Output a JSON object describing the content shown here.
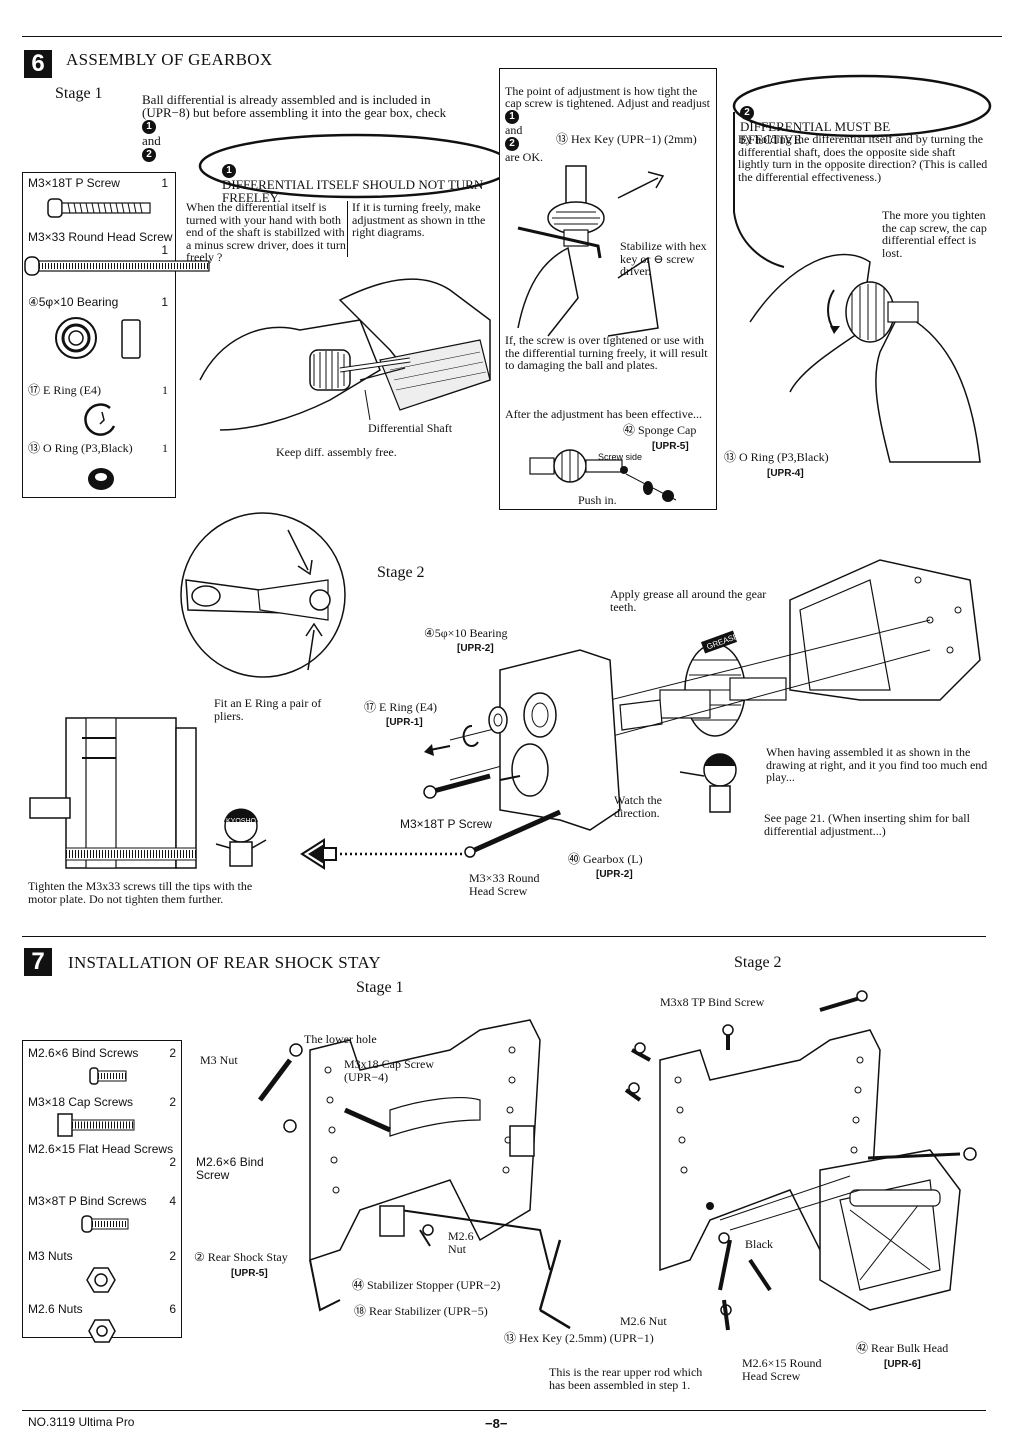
{
  "section6": {
    "number": "6",
    "title": "ASSEMBLY OF GEARBOX",
    "stage1_label": "Stage 1",
    "stage1_intro_a": "Ball differential is already assembled and is included in (UPR−8) but before assembling it into the gear box, check",
    "stage1_intro_b": "and",
    "mark1": "1",
    "mark2": "2",
    "callout1_text": "DIFFERENTIAL ITSELF SHOULD NOT TURN FREELEY.",
    "parts": [
      {
        "name": "M3×18T P Screw",
        "qty": "1"
      },
      {
        "name": "M3×33 Round Head Screw",
        "qty": "1"
      },
      {
        "name": "④5φ×10 Bearing",
        "qty": "1"
      },
      {
        "name": "⑰ E Ring (E4)",
        "qty": "1"
      },
      {
        "name": "⑬ O Ring (P3,Black)",
        "qty": "1"
      }
    ],
    "check_left": "When the differential itself is turned with your hand with both end of the shaft is stabillzed with a minus screw driver, does it turn freely ?",
    "check_right": "If it is turning freely, make adjustment as shown in tthe right diagrams.",
    "differential_shaft": "Differential Shaft",
    "keep_free": "Keep diff. assembly free.",
    "adjust_text": "The point of adjustment is how tight the cap screw is tightened. Adjust and readjust",
    "adjust_text_b": "and",
    "adjust_text_c": "are OK.",
    "hex_key_label": "⑬ Hex Key (UPR−1) (2mm)",
    "stabilize_text": "Stabilize with hex key or ⊖ screw driver.",
    "warning_text": "If, the screw is over tightened or use with the differential turning freely, it will result to damaging the ball and plates.",
    "after_text": "After the adjustment has been effective...",
    "sponge_cap": "㊷ Sponge Cap",
    "sponge_code": "[UPR-5]",
    "screw_side": "Screw side",
    "o_ring_label": "⑬ O Ring (P3,Black)",
    "o_ring_code": "[UPR-4]",
    "push_in": "Push in.",
    "callout2_text": "DIFFERENTIAL MUST BE EFECTIVE",
    "callout2_body": "By holding the differential itself and by turning the differential shaft, does the opposite side shaft lightly turn in the opposite direction? (This is called the differential effectiveness.)",
    "callout2_more": "The more you tighten the cap screw, the cap differential effect is lost.",
    "stage2_label": "Stage 2",
    "grease_text": "Apply grease all around the gear teeth.",
    "grease_tag": "GREASE",
    "bearing_label": "④5φ×10 Bearing",
    "bearing_code": "[UPR-2]",
    "ering_label": "⑰ E Ring (E4)",
    "ering_code": "[UPR-1]",
    "fit_ering": "Fit an E Ring a pair of pliers.",
    "m3x18_label": "M3×18T P Screw",
    "m3x33_label": "M3×33 Round Head Screw",
    "gearbox_label": "㊵ Gearbox (L)",
    "gearbox_code": "[UPR-2]",
    "watch_direction": "Watch the direction.",
    "assembled_note": "When having assembled it as shown in the drawing at right, and it you find too much end play...",
    "see_page": "See page 21. (When inserting shim for ball differential adjustment...)",
    "tighten_note": "Tighten the M3x33 screws till the tips with the motor plate. Do not tighten them further.",
    "mascot_cap": "KYOSHO"
  },
  "section7": {
    "number": "7",
    "title": "INSTALLATION OF REAR SHOCK STAY",
    "stage1_label": "Stage 1",
    "stage2_label": "Stage 2",
    "parts": [
      {
        "name": "M2.6×6 Bind Screws",
        "qty": "2"
      },
      {
        "name": "M3×18 Cap Screws",
        "qty": "2"
      },
      {
        "name": "M2.6×15 Flat Head Screws",
        "qty": "2"
      },
      {
        "name": "M3×8T P Bind Screws",
        "qty": "4"
      },
      {
        "name": "M3 Nuts",
        "qty": "2"
      },
      {
        "name": "M2.6 Nuts",
        "qty": "6"
      }
    ],
    "lower_hole": "The lower hole",
    "m3_nut": "M3 Nut",
    "cap_screw": "M3x18 Cap Screw (UPR−4)",
    "bind_screw": "M2.6×6 Bind Screw",
    "m26_nut": "M2.6 Nut",
    "rear_shock_stay": "② Rear Shock Stay",
    "rear_shock_code": "[UPR-5]",
    "stabilizer_stopper": "㊹ Stabilizer Stopper (UPR−2)",
    "rear_stabilizer": "⑱ Rear Stabilizer (UPR−5)",
    "hex_key": "⑬ Hex Key (2.5mm) (UPR−1)",
    "upper_rod_note": "This is the rear upper rod which has been assembled in step 1.",
    "tp_bind_screw": "M3x8 TP Bind Screw",
    "black": "Black",
    "m26_nut_2": "M2.6 Nut",
    "flat_head": "M2.6×15 Round Head Screw",
    "rear_bulk_head": "㊷ Rear Bulk Head",
    "rear_bulk_code": "[UPR-6]"
  },
  "footer": {
    "model": "NO.3119 Ultima Pro",
    "page": "−8−"
  }
}
